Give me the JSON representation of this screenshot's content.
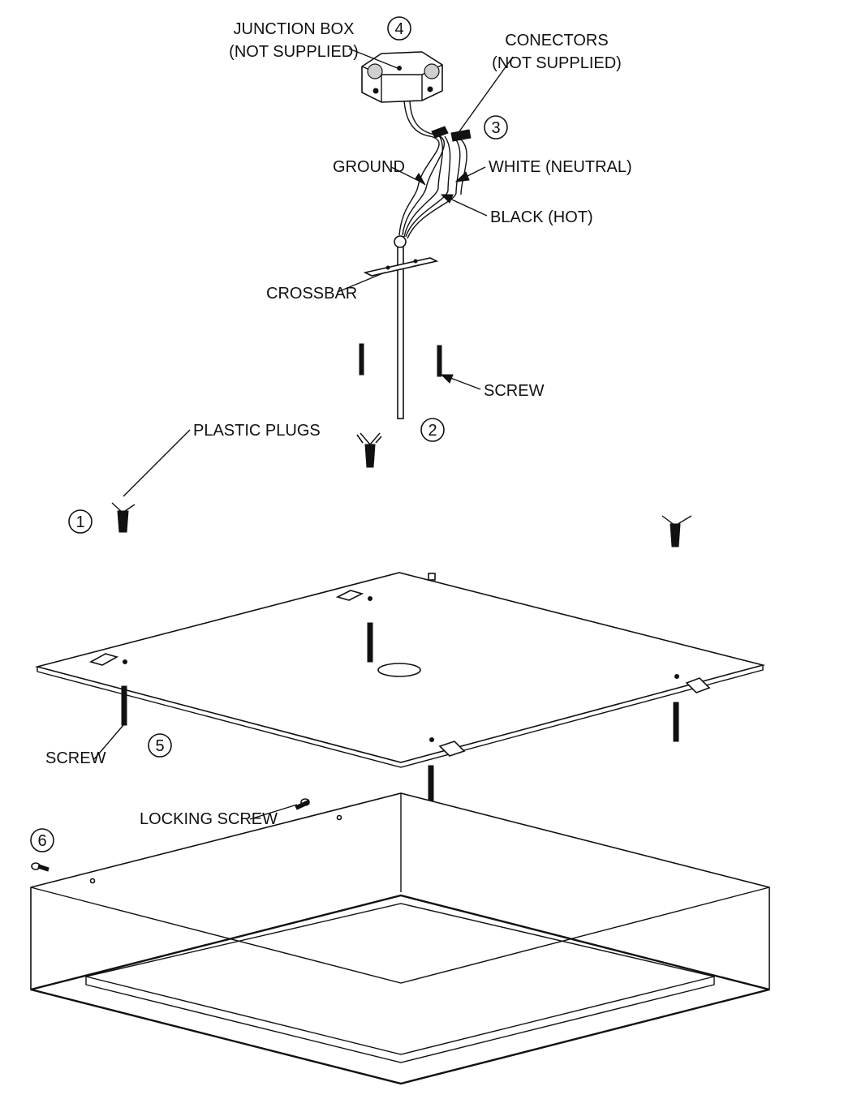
{
  "labels": {
    "junction_box": [
      "JUNCTION BOX",
      "(NOT SUPPLIED)"
    ],
    "conectors": [
      "CONECTORS",
      "(NOT SUPPLIED)"
    ],
    "ground": "GROUND",
    "white_neutral": "WHITE (NEUTRAL)",
    "black_hot": "BLACK (HOT)",
    "crossbar": "CROSSBAR",
    "screw_top": "SCREW",
    "plastic_plugs": "PLASTIC PLUGS",
    "screw_bottom": "SCREW",
    "locking_screw": "LOCKING SCREW"
  },
  "steps": [
    "1",
    "2",
    "3",
    "4",
    "5",
    "6"
  ]
}
